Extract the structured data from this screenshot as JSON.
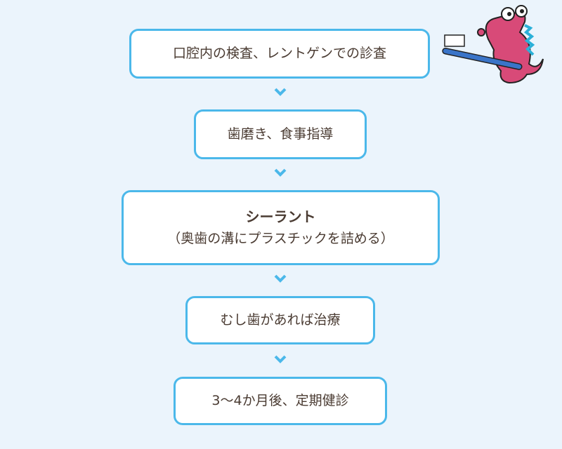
{
  "steps": [
    {
      "title": "口腔内の検査、レントゲンでの診査"
    },
    {
      "title": "歯磨き、食事指導"
    },
    {
      "title": "シーラント",
      "subtitle": "（奥歯の溝にプラスチックを詰める）"
    },
    {
      "title": "むし歯があれば治療"
    },
    {
      "title": "3〜4か月後、定期健診"
    }
  ],
  "icons": {
    "arrow": "chevron-down-icon",
    "mascot": "crocodile-toothbrush-mascot"
  },
  "colors": {
    "background": "#ebf4fc",
    "border": "#4bb8ea",
    "text": "#4a3b32",
    "mascot": "#d84a78"
  }
}
